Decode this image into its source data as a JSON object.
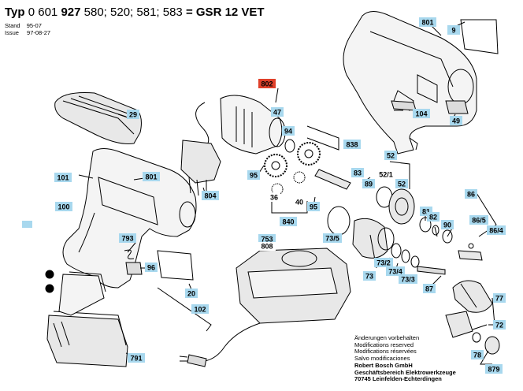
{
  "header": {
    "typ_label": "Typ",
    "part_number_prefix": "0 601",
    "part_number_main": "927",
    "variants": "580; 520; 581; 583",
    "equals": "=",
    "model": "GSR 12 VET"
  },
  "meta": {
    "stand_label": "Stand",
    "stand_value": "95-07",
    "issue_label": "Issue",
    "issue_value": "97-08-27"
  },
  "notes": {
    "line1": "Änderungen vorbehalten",
    "line2": "Modifications reserved",
    "line3": "Modifications réservées",
    "line4": "Salvo modificaciones",
    "company": "Robert Bosch GmbH",
    "division": "Geschäftsbereich Elektrowerkzeuge",
    "address": "70745 Leinfelden-Echterdingen"
  },
  "colors": {
    "label_fill": "#a8d8ee",
    "label_highlight": "#e0402a",
    "line": "#000000"
  },
  "labels": {
    "l9": "9",
    "l801a": "801",
    "l802": "802",
    "l47": "47",
    "l29": "29",
    "l94": "94",
    "l838": "838",
    "l104": "104",
    "l49": "49",
    "l52a": "52",
    "l101": "101",
    "l801b": "801",
    "l804": "804",
    "l95a": "95",
    "l83": "83",
    "l89": "89",
    "l521": "52/1",
    "l52b": "52",
    "l86": "86",
    "l100": "100",
    "l36": "36",
    "l40": "40",
    "l95b": "95",
    "l840": "840",
    "l81": "81",
    "l82": "82",
    "l90": "90",
    "l865": "86/5",
    "l864": "86/4",
    "l793": "793",
    "l753": "753",
    "l808": "808",
    "l735": "73/5",
    "l96": "96",
    "l732": "73/2",
    "l734": "73/4",
    "l733": "73/3",
    "l73": "73",
    "l20": "20",
    "l87": "87",
    "l77": "77",
    "l102": "102",
    "l72": "72",
    "l78": "78",
    "l791": "791",
    "l879": "879"
  }
}
